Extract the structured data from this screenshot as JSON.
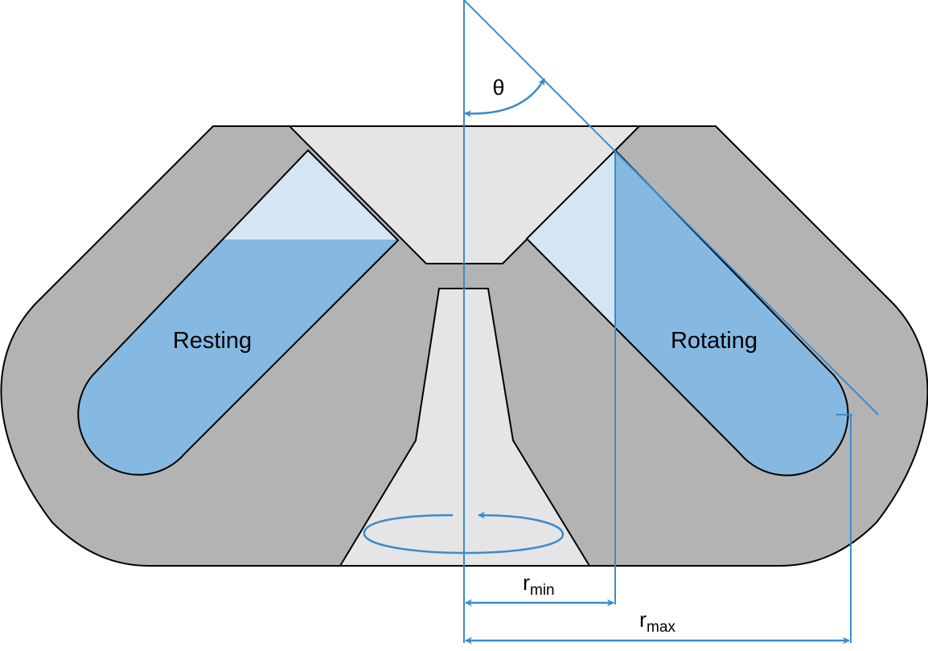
{
  "labels": {
    "resting": "Resting",
    "rotating": "Rotating",
    "theta": "θ",
    "r_min": {
      "main": "r",
      "sub": "min"
    },
    "r_max": {
      "main": "r",
      "sub": "max"
    }
  },
  "colors": {
    "rotor_body": "#b3b3b3",
    "rotor_core": "#e5e5e5",
    "liquid": "#85b9e1",
    "tube_empty": "#d4e5f4",
    "annotation": "#3a8ccc",
    "outline": "#000000"
  }
}
